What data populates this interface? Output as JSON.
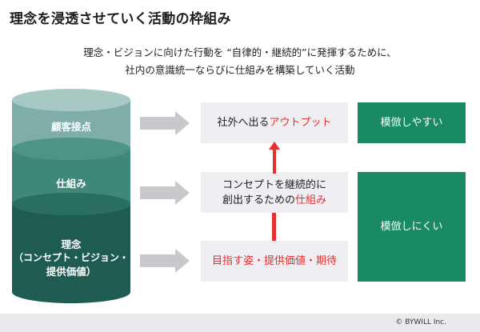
{
  "title": "理念を浸透させていく活動の枠組み",
  "subtitle": {
    "line1": "理念・ビジョンに向けた行動を “自律的・継続的”に発揮するために、",
    "line2": "社内の意識統一ならびに仕組みを構築していく活動"
  },
  "layers": {
    "top": "顧客接点",
    "middle": "仕組み",
    "bottom_line1": "理念",
    "bottom_line2": "（コンセプト・ビジョン・",
    "bottom_line3": "提供価値）"
  },
  "boxes": {
    "top_prefix": "社外へ出る",
    "top_highlight": "アウトプット",
    "middle_line1": "コンセプトを継続的に",
    "middle_prefix": "創出するための",
    "middle_highlight": "仕組み",
    "bottom_highlight": "目指す姿・提供価値・期待"
  },
  "outcomes": {
    "easy": "模倣しやすい",
    "hard": "模倣しにくい"
  },
  "copyright": "© BYWILL Inc.",
  "colors": {
    "layer_top": "#7fada7",
    "layer_middle": "#3f8778",
    "layer_bottom": "#1e5c52",
    "green_box": "#1a8a66",
    "highlight_red": "#e4302f",
    "gray_box": "#efeef2"
  }
}
